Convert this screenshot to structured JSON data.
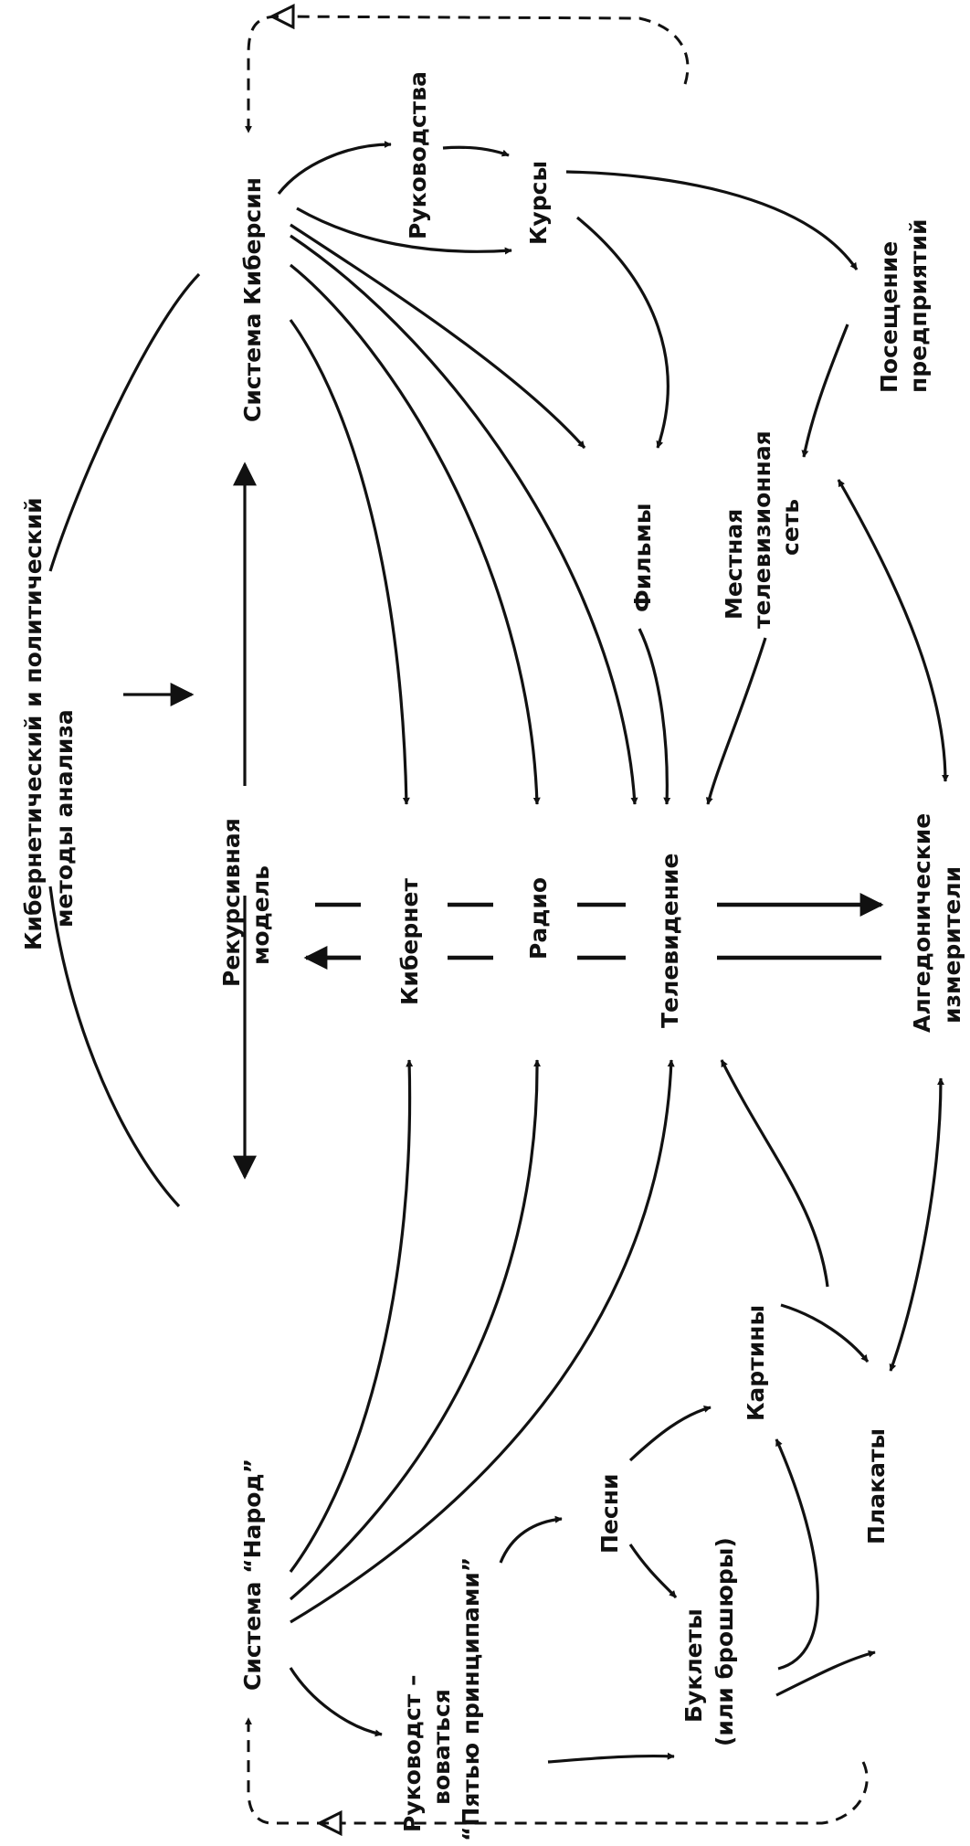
{
  "nodes": {
    "cyber_political": [
      "Кибернетический и политический",
      "методы анализа"
    ],
    "cybersyn": [
      "Система Киберсин"
    ],
    "narod": [
      "Система “Народ”"
    ],
    "recursive_model": [
      "Рекурсивная",
      "модель"
    ],
    "rukovodstva": [
      "Руководства"
    ],
    "kursy": [
      "Курсы"
    ],
    "poseshchenie": [
      "Посещение",
      "предприятий"
    ],
    "filmy": [
      "Фильмы"
    ],
    "mestnaya_tv": [
      "Местная",
      "телевизионная",
      "сеть"
    ],
    "kibernet": [
      "Кибернет"
    ],
    "radio": [
      "Радио"
    ],
    "televidenie": [
      "Телевидение"
    ],
    "algedonic": [
      "Алгедонические",
      "измерители"
    ],
    "kartiny": [
      "Картины"
    ],
    "plakaty": [
      "Плакаты"
    ],
    "pesni": [
      "Песни"
    ],
    "buklety": [
      "Буклеты",
      "(или брошюры)"
    ],
    "pyat_principov": [
      "Руководст –",
      "воваться",
      "“Пятью принципами”"
    ]
  },
  "colors": {
    "ink": "#111111",
    "background": "#ffffff"
  },
  "layout_note_hidden": false
}
